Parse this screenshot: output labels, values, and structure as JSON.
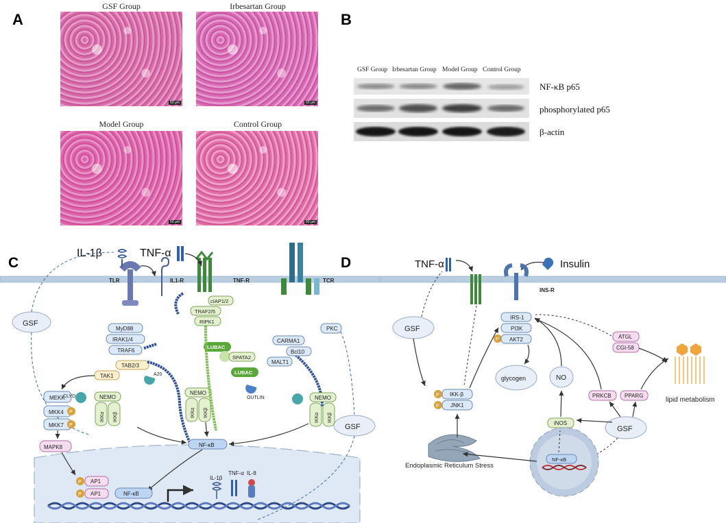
{
  "panel_a": {
    "letter": "A",
    "images": [
      {
        "title": "GSF Group",
        "scale": "50 μm"
      },
      {
        "title": "Irbesartan Group",
        "scale": "50 μm"
      },
      {
        "title": "Model Group",
        "scale": "50 μm"
      },
      {
        "title": "Control Group",
        "scale": "50 μm"
      }
    ]
  },
  "panel_b": {
    "letter": "B",
    "columns": [
      "GSF Group",
      "Irbesartan Group",
      "Model Group",
      "Control Group"
    ],
    "rows": [
      "NF-κB p65",
      "phosphorylated p65",
      "β-actin"
    ]
  },
  "panel_c": {
    "letter": "C",
    "ligand_il1b": "IL-1β",
    "ligand_tnfa": "TNF-α",
    "tlr": "TLR",
    "il1r": "IL1-R",
    "tnfr": "TNF-R",
    "tcr": "TCR",
    "gsf": "GSF",
    "myd88": "MyD88",
    "irak": "IRAK1/4",
    "traf6": "TRAF6",
    "tab": "TAB2/3",
    "tak1": "TAK1",
    "a20": "A20",
    "mekk": "MEKK",
    "mkk4": "MKK4",
    "mkk7": "MKK7",
    "mapk8": "MAPK8",
    "p": "P",
    "cyld": "CLYD",
    "nemo": "NEMO",
    "ikka": "IKKα",
    "ikkb": "IKKβ",
    "ciap": "cIAP1/2",
    "traf25": "TRAF2/5",
    "ripk1": "RIPK1",
    "lubac": "LUBAC",
    "spata2": "SPATA2",
    "outlin": "OUTLIN",
    "pkc": "PKC",
    "carma1": "CARMA1",
    "bcl10": "Bcl10",
    "malt1": "MALT1",
    "nfkb": "NF-κB",
    "ap1": "AP1",
    "out_il1b": "IL-1β",
    "out_tnfa": "TNF-α",
    "out_il8": "IL-8"
  },
  "panel_d": {
    "letter": "D",
    "tnfa": "TNF-α",
    "insulin": "Insulin",
    "insr": "INS-R",
    "gsf": "GSF",
    "irs1": "IRS-1",
    "pi3k": "PI3K",
    "akt2": "AKT2",
    "p": "P",
    "ikkb": "IKK-β",
    "jnk1": "JNK1",
    "glycogen": "glycogen",
    "no": "NO",
    "inos": "iNOS",
    "prkcb": "PRKCB",
    "pparg": "PPARG",
    "atgl": "ATGL",
    "cgi58": "CGI-58",
    "lipid": "lipid metabolism",
    "er_stress": "Endoplasmic Reticulum Stress",
    "nfkb": "NF-κB"
  },
  "colors": {
    "membrane": "#b8cde0",
    "nucleus": "#dfe8f5",
    "green_box": "#e3f1cf",
    "blue_box": "#dbe9f8",
    "pink_box": "#f6dcef",
    "lubac_green": "#5aa83a",
    "ubiquitin_blue": "#2c4fa0",
    "phospho": "#d8a23a"
  }
}
